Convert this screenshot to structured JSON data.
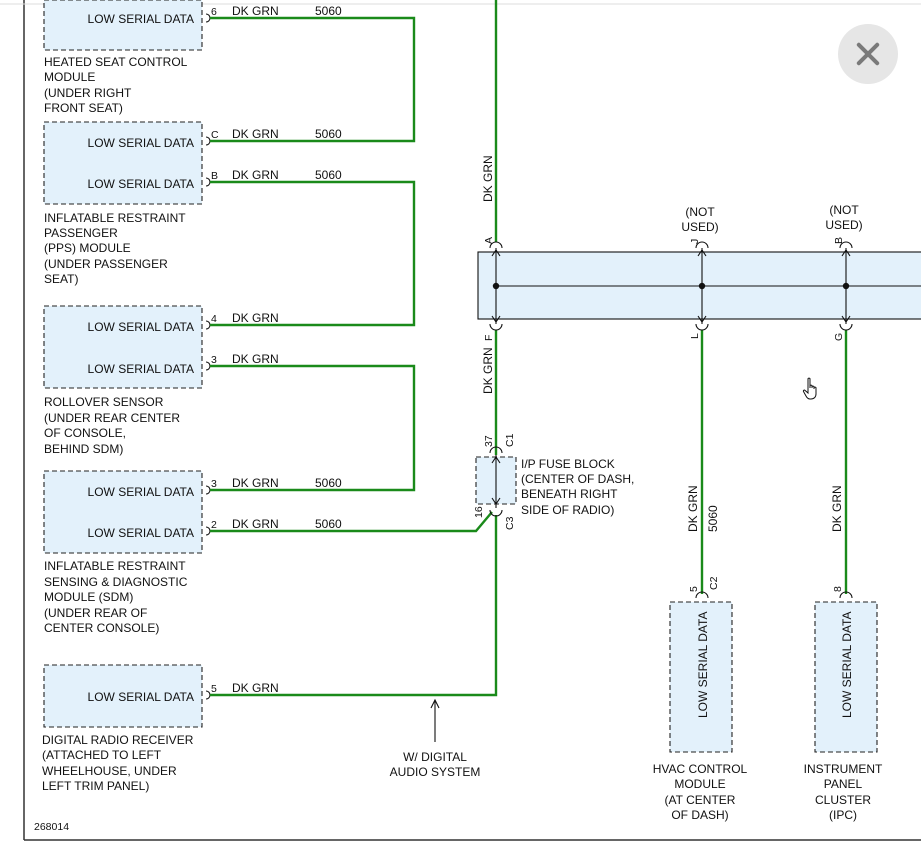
{
  "diagram_id": "268014",
  "close_label": "close",
  "components": {
    "heated_seat": {
      "signal": "LOW SERIAL DATA",
      "pin": "6",
      "color": "DK GRN",
      "circuit": "5060",
      "name_lines": [
        "HEATED SEAT CONTROL",
        "MODULE",
        "(UNDER RIGHT",
        "FRONT SEAT)"
      ]
    },
    "pps": {
      "signal_1": "LOW SERIAL DATA",
      "pin_1": "C",
      "color_1": "DK GRN",
      "circuit_1": "5060",
      "signal_2": "LOW SERIAL DATA",
      "pin_2": "B",
      "color_2": "DK GRN",
      "circuit_2": "5060",
      "name_lines": [
        "INFLATABLE RESTRAINT",
        "PASSENGER",
        "(PPS) MODULE",
        "(UNDER PASSENGER",
        "SEAT)"
      ]
    },
    "rollover": {
      "signal_1": "LOW SERIAL DATA",
      "pin_1": "4",
      "color_1": "DK GRN",
      "signal_2": "LOW SERIAL DATA",
      "pin_2": "3",
      "color_2": "DK GRN",
      "name_lines": [
        "ROLLOVER SENSOR",
        "(UNDER REAR CENTER",
        "OF CONSOLE,",
        "BEHIND SDM)"
      ]
    },
    "sdm": {
      "signal_1": "LOW SERIAL DATA",
      "pin_1": "3",
      "color_1": "DK GRN",
      "circuit_1": "5060",
      "signal_2": "LOW SERIAL DATA",
      "pin_2": "2",
      "color_2": "DK GRN",
      "circuit_2": "5060",
      "name_lines": [
        "INFLATABLE RESTRAINT",
        "SENSING & DIAGNOSTIC",
        "MODULE (SDM)",
        "(UNDER REAR OF",
        "CENTER CONSOLE)"
      ]
    },
    "radio": {
      "signal": "LOW SERIAL DATA",
      "pin": "5",
      "color": "DK GRN",
      "name_lines": [
        "DIGITAL RADIO RECEIVER",
        "(ATTACHED TO LEFT",
        "WHEELHOUSE, UNDER",
        "LEFT TRIM PANEL)"
      ]
    },
    "hvac": {
      "signal": "LOW SERIAL DATA",
      "pin": "5",
      "connector": "C2",
      "name_lines": [
        "HVAC CONTROL",
        "MODULE",
        "(AT CENTER",
        "OF DASH)"
      ]
    },
    "ipc": {
      "signal": "LOW SERIAL DATA",
      "pin": "8",
      "name_lines": [
        "INSTRUMENT",
        "PANEL",
        "CLUSTER",
        "(IPC)"
      ]
    }
  },
  "splice": {
    "pin_a": "A",
    "pin_f": "F",
    "pin_j": "J",
    "pin_l": "L",
    "pin_b": "B",
    "pin_g": "G",
    "not_used_j": [
      "(NOT",
      "USED)"
    ],
    "not_used_b": [
      "(NOT",
      "USED)"
    ]
  },
  "fuse_block": {
    "name_lines": [
      "I/P FUSE BLOCK",
      "(CENTER OF DASH,",
      "BENEATH RIGHT",
      "SIDE OF RADIO)"
    ],
    "pin_top": "37",
    "conn_top": "C1",
    "pin_bottom": "16",
    "conn_bottom": "C3"
  },
  "wire_labels": {
    "main_top": "DK GRN",
    "main_mid": "DK GRN",
    "hvac_color": "DK GRN",
    "hvac_circuit": "5060",
    "ipc_color": "DK GRN"
  },
  "option_note": [
    "W/ DIGITAL",
    "AUDIO SYSTEM"
  ],
  "colors": {
    "wire": "#1a8a1a",
    "component_fill": "#e3f1fb"
  }
}
